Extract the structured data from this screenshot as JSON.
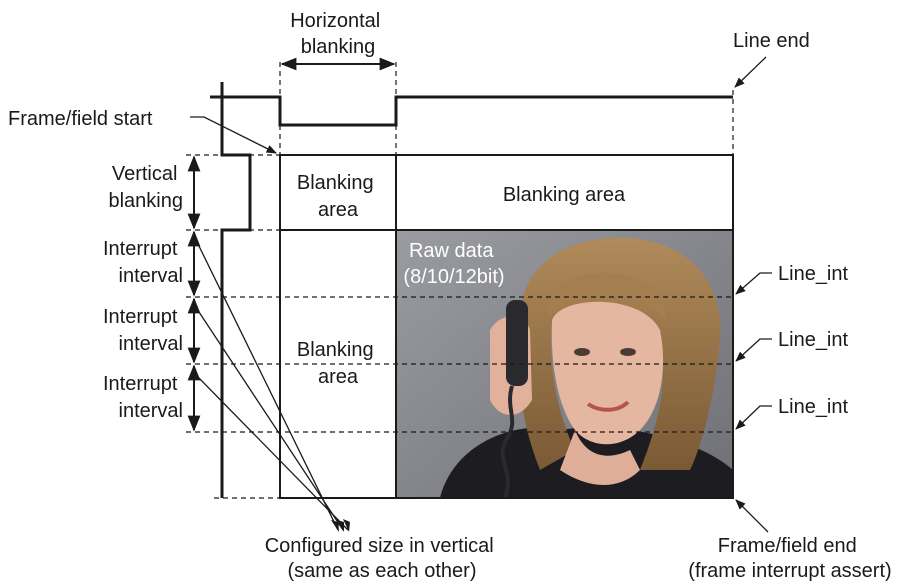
{
  "labels": {
    "horizontal_blanking": [
      "Horizontal",
      "blanking"
    ],
    "line_end": "Line end",
    "frame_field_start": "Frame/field start",
    "vertical_blanking": [
      "Vertical",
      "blanking"
    ],
    "interrupt_interval_1": [
      "Interrupt",
      "interval"
    ],
    "interrupt_interval_2": [
      "Interrupt",
      "interval"
    ],
    "interrupt_interval_3": [
      "Interrupt",
      "interval"
    ],
    "blanking_area_top_left": [
      "Blanking",
      "area"
    ],
    "blanking_area_top_right": "Blanking area",
    "blanking_area_left": [
      "Blanking",
      "area"
    ],
    "raw_data": [
      "Raw data",
      "(8/10/12bit)"
    ],
    "line_int_1": "Line_int",
    "line_int_2": "Line_int",
    "line_int_3": "Line_int",
    "configured_size": [
      "Configured size in vertical",
      "(same as each other)"
    ],
    "frame_field_end": [
      "Frame/field end",
      "(frame interrupt assert)"
    ]
  },
  "image": {
    "name": "raw-data-photo",
    "description_icon": "woman-on-phone-photo"
  },
  "colors": {
    "line": "#1a1a1a",
    "background": "#ffffff",
    "photo_bg": "#8e8f95"
  }
}
